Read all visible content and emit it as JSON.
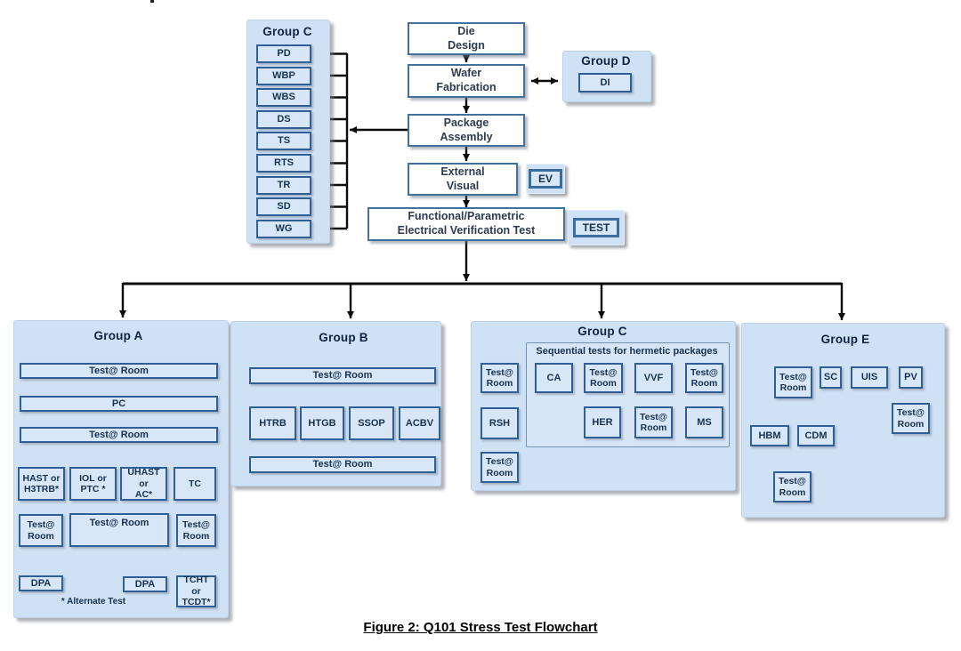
{
  "caption": "Figure 2:  Q101 Stress Test Flowchart",
  "labels": {
    "test_room": "Test@ Room",
    "test_room_small": "Test@\nRoom"
  },
  "colors": {
    "panel_fill": "#cfe1f4",
    "box_fill": "#d8e7f7",
    "box_border": "#2f5f96",
    "chain_border": "#41719c",
    "arrow": "#0b0b0b",
    "text": "#16324f"
  },
  "top": {
    "group_c": {
      "title": "Group C",
      "items": [
        "PD",
        "WBP",
        "WBS",
        "DS",
        "TS",
        "RTS",
        "TR",
        "SD",
        "WG"
      ]
    },
    "group_d": {
      "title": "Group D",
      "di": "DI"
    },
    "chain": {
      "die": "Die\nDesign",
      "wafer": "Wafer\nFabrication",
      "package": "Package\nAssembly",
      "external": "External\nVisual",
      "functional": "Functional/Parametric\nElectrical Verification Test"
    },
    "tags": {
      "ev": "EV",
      "test": "TEST"
    }
  },
  "group_a": {
    "title": "Group A",
    "pc": "PC",
    "branch_1": "HAST or\nH3TRB*",
    "branch_2": "IOL or\nPTC *",
    "branch_3": "UHAST or\nAC*",
    "branch_4": "TC",
    "dpa_left": "DPA",
    "dpa_right": "DPA",
    "tcht": "TCHT or\nTCDT*",
    "note": "* Alternate Test"
  },
  "group_b": {
    "title": "Group B",
    "items": [
      "HTRB",
      "HTGB",
      "SSOP",
      "ACBV"
    ]
  },
  "group_c": {
    "title": "Group C",
    "sequential_label": "Sequential tests for hermetic packages",
    "ca": "CA",
    "vvf": "VVF",
    "her": "HER",
    "ms": "MS",
    "rsh": "RSH"
  },
  "group_e": {
    "title": "Group E",
    "sc": "SC",
    "uis": "UIS",
    "pv": "PV",
    "hbm": "HBM",
    "cdm": "CDM"
  }
}
